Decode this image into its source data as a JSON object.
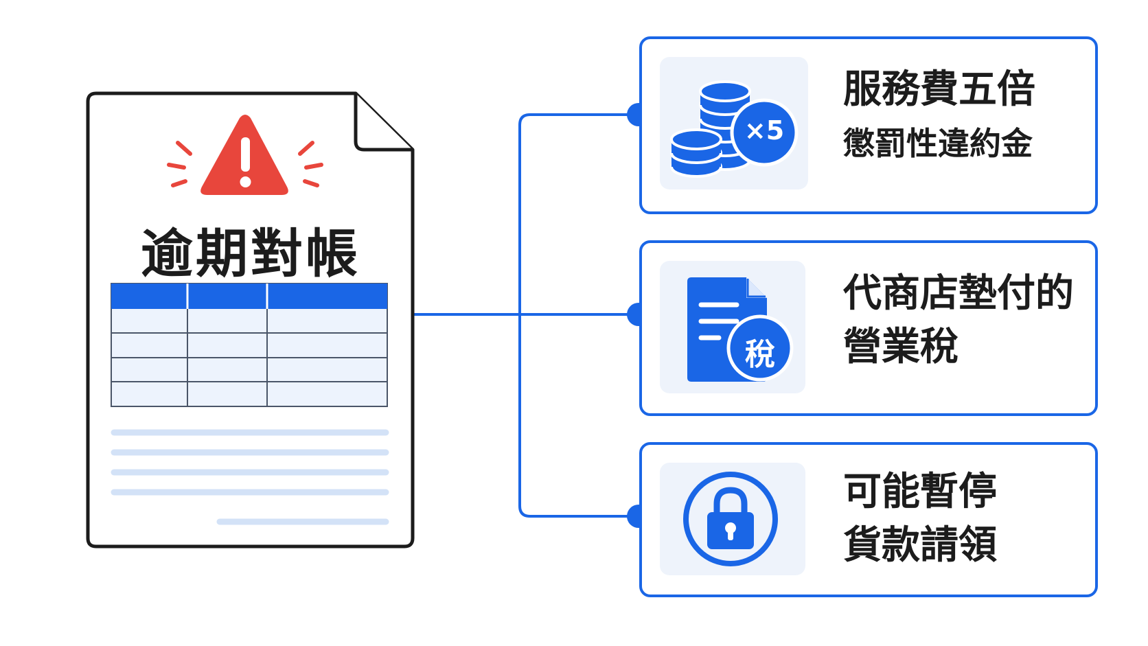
{
  "document": {
    "title": "逾期對帳"
  },
  "consequences": [
    {
      "line1": "服務費五倍",
      "line2": "懲罰性違約金",
      "icon": "coins-icon",
      "badge": "×5"
    },
    {
      "line1": "代商店墊付的",
      "line2": "營業稅",
      "icon": "tax-document-icon",
      "badge": "稅"
    },
    {
      "line1": "可能暫停",
      "line2": "貨款請領",
      "icon": "lock-icon"
    }
  ],
  "colors": {
    "accent": "#1a66e6",
    "warning": "#e8463c",
    "text": "#1c1c1c",
    "icon_bg": "#eef3fb"
  }
}
